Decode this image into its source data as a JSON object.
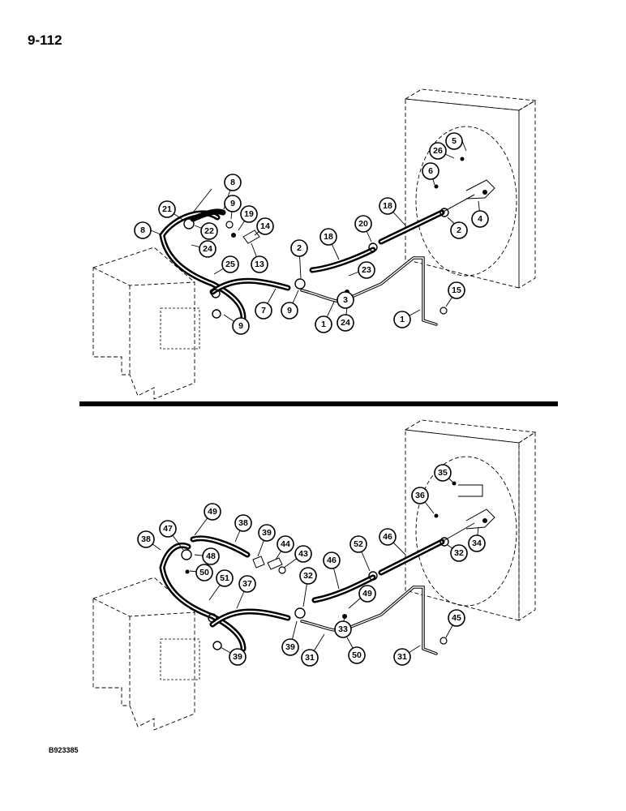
{
  "page": {
    "page_number": "9-112",
    "reference_code": "B923385"
  },
  "top_view": {
    "callouts": [
      "5",
      "26",
      "6",
      "4",
      "2",
      "18",
      "20",
      "18",
      "2",
      "23",
      "8",
      "9",
      "19",
      "14",
      "21",
      "22",
      "24",
      "13",
      "25",
      "8",
      "7",
      "9",
      "3",
      "1",
      "24",
      "1",
      "15",
      "9"
    ]
  },
  "bottom_view": {
    "callouts": [
      "35",
      "36",
      "34",
      "32",
      "46",
      "52",
      "46",
      "49",
      "38",
      "39",
      "44",
      "43",
      "47",
      "48",
      "50",
      "51",
      "37",
      "32",
      "49",
      "38",
      "39",
      "33",
      "39",
      "31",
      "50",
      "31",
      "45"
    ]
  }
}
